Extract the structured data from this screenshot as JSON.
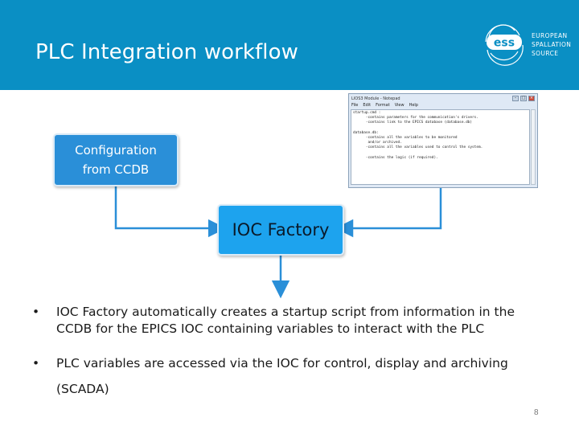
{
  "header": {
    "title": "PLC Integration workflow",
    "bg_color": "#0a8fc4",
    "logo": {
      "mark_text": "ess",
      "text_lines": [
        "EUROPEAN",
        "SPALLATION",
        "SOURCE"
      ]
    }
  },
  "diagram": {
    "config_box": {
      "lines": [
        "Configuration",
        "from CCDB"
      ],
      "color": "#2a8fd8"
    },
    "ioc_box": {
      "label": "IOC Factory",
      "color": "#1da3ee"
    },
    "connector_color": "#2a8fd8",
    "editor_screenshot": {
      "window_title": "LIOS3 Module - Notepad",
      "menu": [
        "File",
        "Edit",
        "Format",
        "View",
        "Help"
      ],
      "lines": [
        "startup.cmd :",
        "      -contains parameters for the communication's drivers.",
        "      -contains link to the EPICS database (database.db)",
        "",
        "database.db:",
        "      -contains all the variables to be monitored",
        "       and/or archived.",
        "      -contains all the variables used to control the system.",
        "",
        "      -contains the logic (if required)."
      ]
    }
  },
  "bullets": [
    {
      "marker": "•",
      "lines": [
        "IOC Factory automatically creates a startup script from information in the",
        "CCDB for the EPICS IOC containing variables to interact with the PLC"
      ]
    },
    {
      "marker": "•",
      "lines": [
        "PLC variables are accessed via the IOC for control, display and archiving",
        "(SCADA)"
      ]
    }
  ],
  "page_number": "8"
}
